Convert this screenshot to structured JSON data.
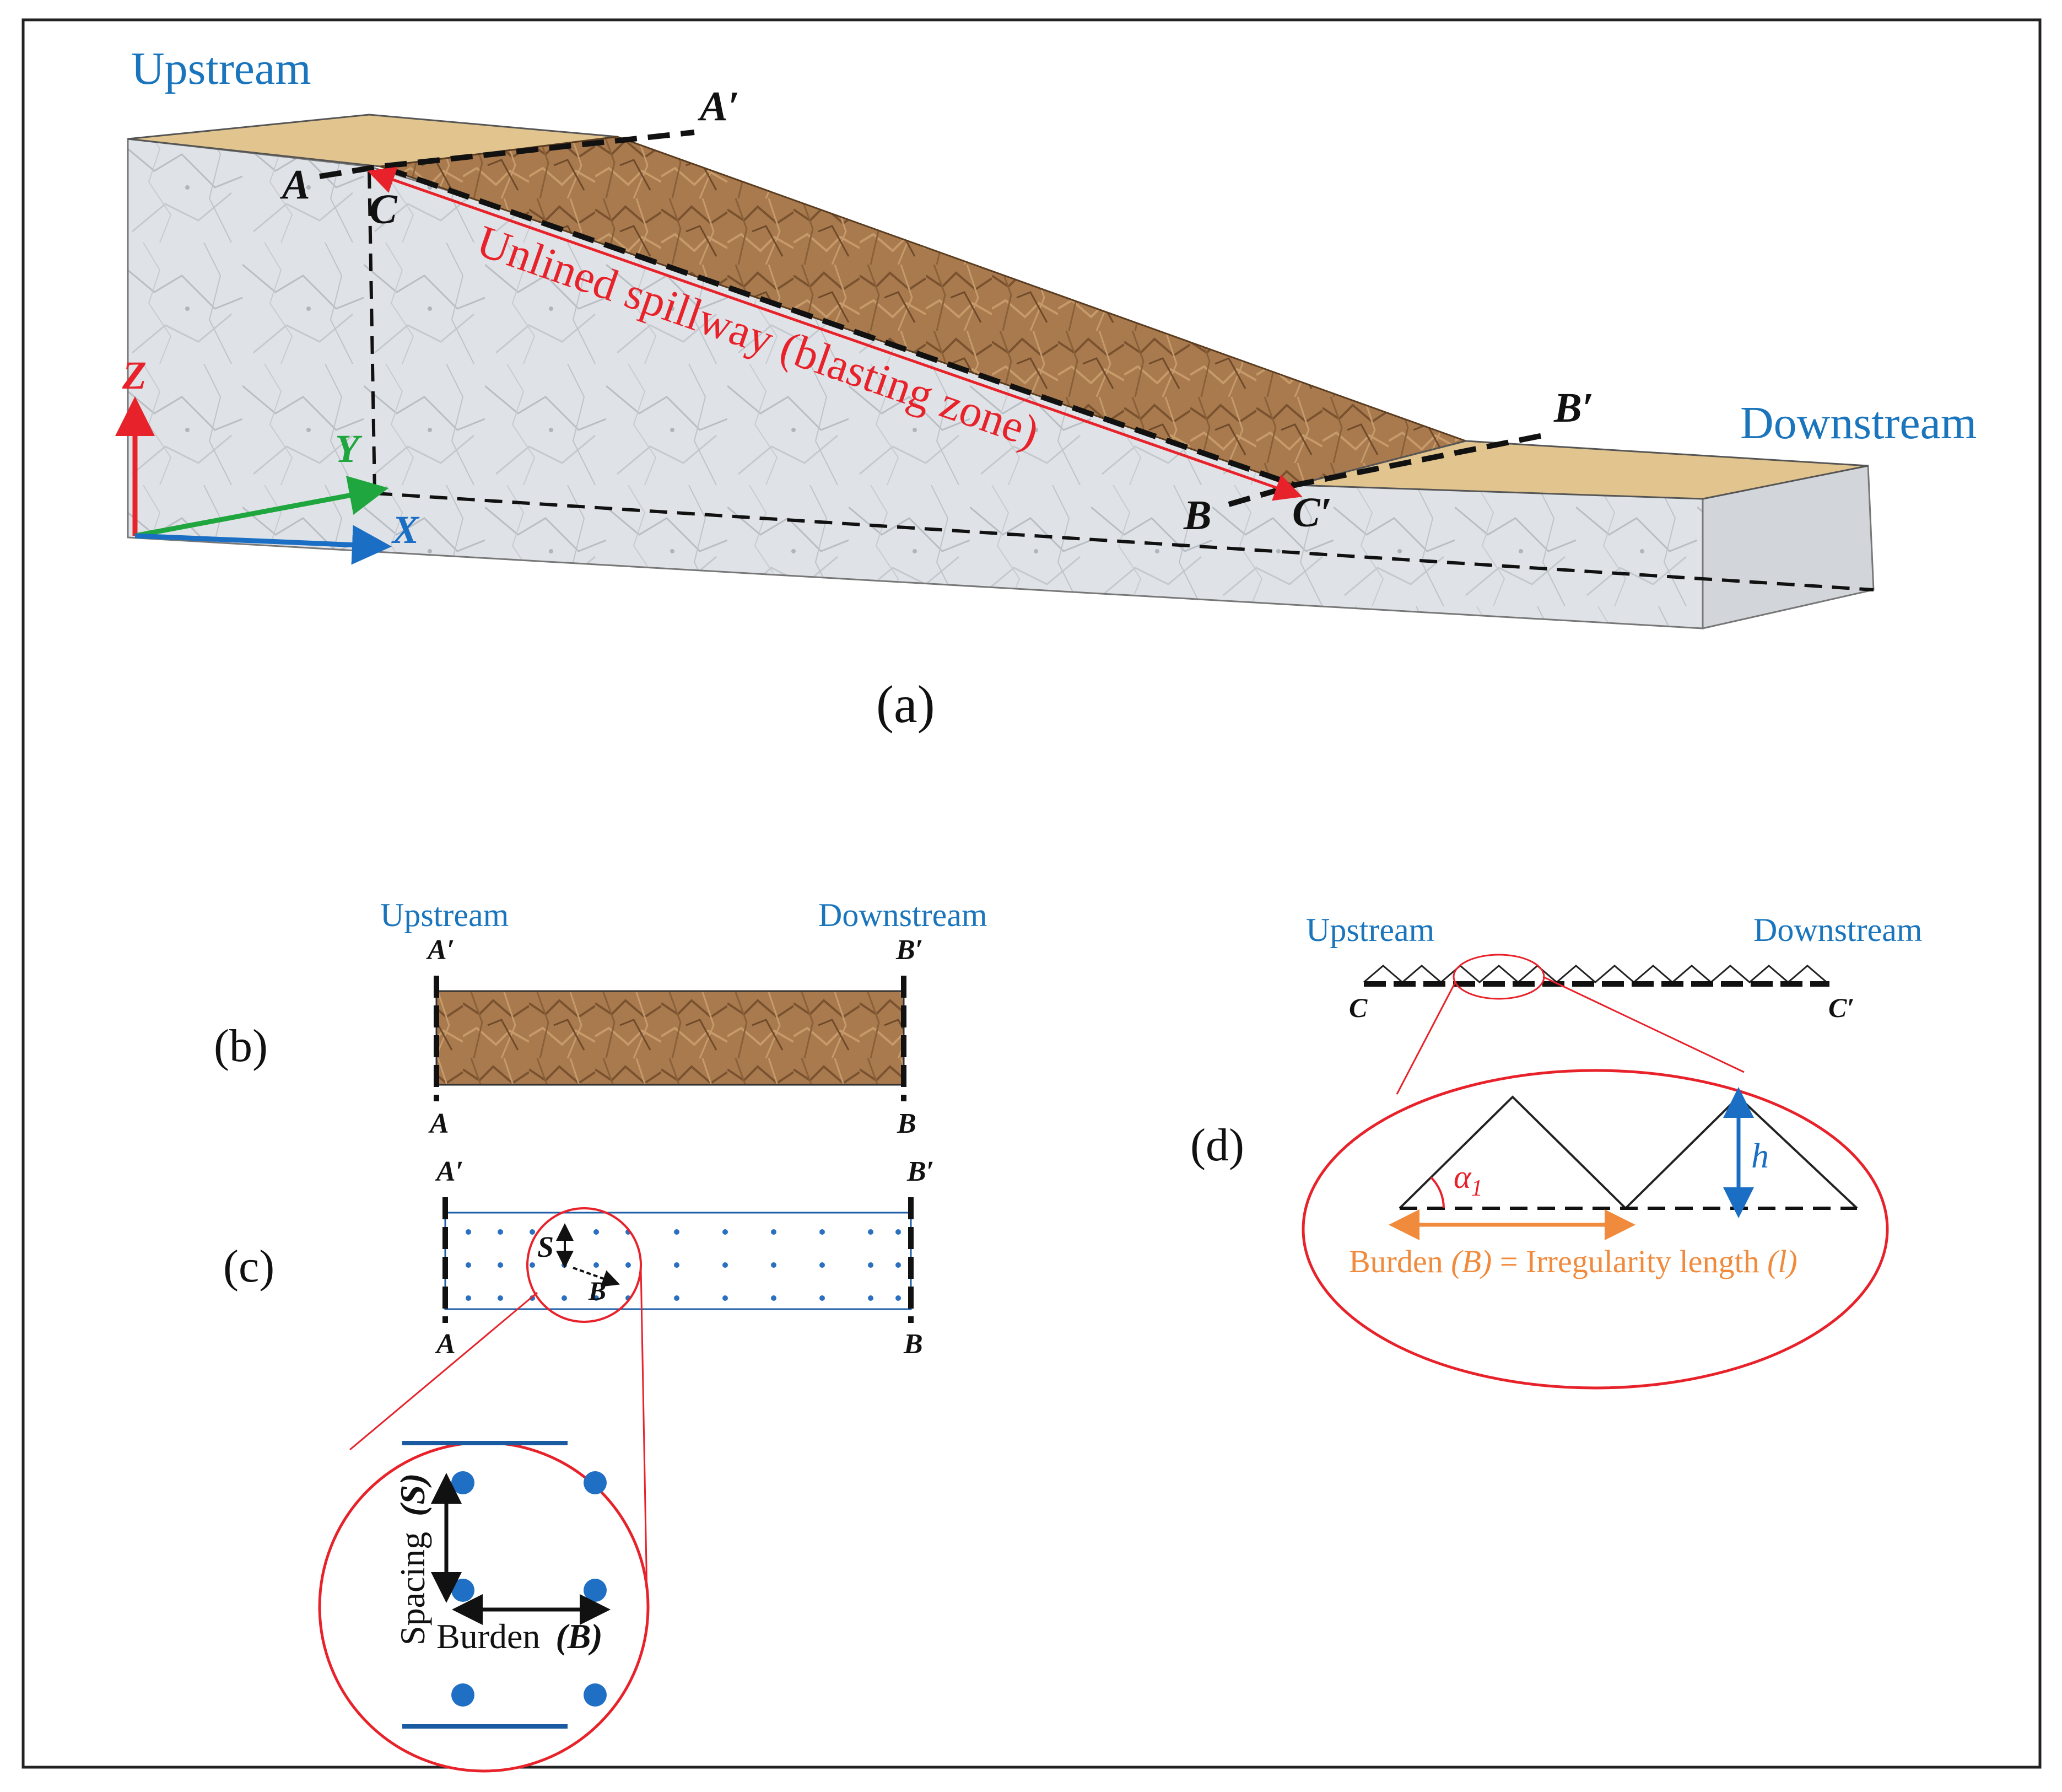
{
  "panel_a": {
    "label": "(a)",
    "upstream": "Upstream",
    "downstream": "Downstream",
    "zone_label": "Unlined spillway (blasting zone)",
    "points": {
      "A": "A",
      "A_prime": "A′",
      "B": "B",
      "B_prime": "B′",
      "C": "C",
      "C_prime": "C′"
    },
    "axes": {
      "x": "X",
      "y": "Y",
      "z": "Z"
    }
  },
  "panel_b": {
    "label": "(b)",
    "upstream": "Upstream",
    "downstream": "Downstream",
    "points": {
      "A": "A",
      "A_prime": "A′",
      "B": "B",
      "B_prime": "B′"
    }
  },
  "panel_c": {
    "label": "(c)",
    "points": {
      "A": "A",
      "A_prime": "A′",
      "B": "B",
      "B_prime": "B′"
    },
    "spacing_symbol": "S",
    "burden_symbol": "B",
    "zoom": {
      "spacing_label": "Spacing",
      "spacing_symbol": "(S)",
      "burden_label": "Burden",
      "burden_symbol": "(B)"
    }
  },
  "panel_d": {
    "label": "(d)",
    "upstream": "Upstream",
    "downstream": "Downstream",
    "points": {
      "C": "C",
      "C_prime": "C′"
    },
    "angle_symbol": "α",
    "angle_subscript": "1",
    "height_symbol": "h",
    "burden_text": "Burden",
    "burden_symbol": "(B)",
    "equals": "=",
    "irregularity_text": "Irregularity length",
    "irregularity_symbol": "(l)"
  },
  "colors": {
    "label_blue": "#1a75bc",
    "highlight_red": "#e8222a",
    "dimension_orange": "#f08a3c",
    "rock_gray": "#d9dde1",
    "soil_tan": "#e2c48e",
    "blasted_brown": "#a9784c"
  }
}
